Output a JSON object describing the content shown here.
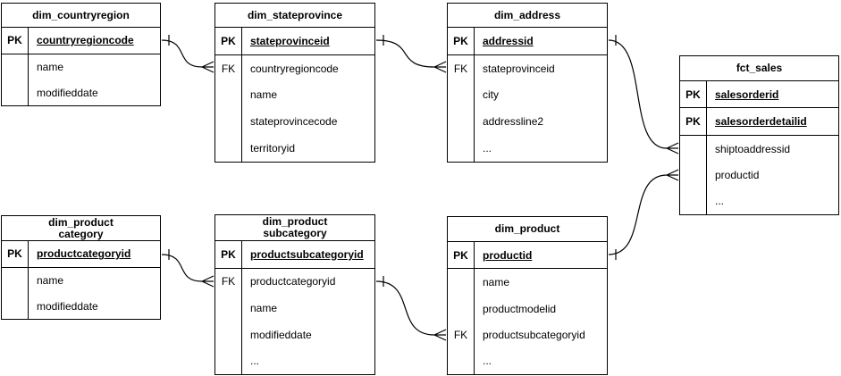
{
  "diagram": {
    "type": "entity-relationship",
    "colors": {
      "border": "#000000",
      "background": "#ffffff",
      "text": "#000000"
    },
    "tables": [
      {
        "title": "dim_countryregion",
        "rows": [
          {
            "key": "PK",
            "field": "countryregioncode"
          },
          {
            "key": "",
            "field": "name"
          },
          {
            "key": "",
            "field": "modifieddate"
          }
        ]
      },
      {
        "title": "dim_stateprovince",
        "rows": [
          {
            "key": "PK",
            "field": "stateprovinceid"
          },
          {
            "key": "FK",
            "field": "countryregioncode"
          },
          {
            "key": "",
            "field": "name"
          },
          {
            "key": "",
            "field": "stateprovincecode"
          },
          {
            "key": "",
            "field": "territoryid"
          }
        ]
      },
      {
        "title": "dim_address",
        "rows": [
          {
            "key": "PK",
            "field": "addressid"
          },
          {
            "key": "FK",
            "field": "stateprovinceid"
          },
          {
            "key": "",
            "field": "city"
          },
          {
            "key": "",
            "field": "addressline2"
          },
          {
            "key": "",
            "field": "..."
          }
        ]
      },
      {
        "title": "fct_sales",
        "rows": [
          {
            "key": "PK",
            "field": "salesorderid"
          },
          {
            "key": "PK",
            "field": "salesorderdetailid"
          },
          {
            "key": "",
            "field": "shiptoaddressid"
          },
          {
            "key": "",
            "field": "productid"
          },
          {
            "key": "",
            "field": "..."
          }
        ]
      },
      {
        "title": "dim_product\ncategory",
        "rows": [
          {
            "key": "PK",
            "field": "productcategoryid"
          },
          {
            "key": "",
            "field": "name"
          },
          {
            "key": "",
            "field": "modifieddate"
          }
        ]
      },
      {
        "title": "dim_product\nsubcategory",
        "rows": [
          {
            "key": "PK",
            "field": "productsubcategoryid"
          },
          {
            "key": "FK",
            "field": "productcategoryid"
          },
          {
            "key": "",
            "field": "name"
          },
          {
            "key": "",
            "field": "modifieddate"
          },
          {
            "key": "",
            "field": "..."
          }
        ]
      },
      {
        "title": "dim_product",
        "rows": [
          {
            "key": "PK",
            "field": "productid"
          },
          {
            "key": "",
            "field": "name"
          },
          {
            "key": "",
            "field": "productmodelid"
          },
          {
            "key": "FK",
            "field": "productsubcategoryid"
          },
          {
            "key": "",
            "field": "..."
          }
        ]
      }
    ],
    "relationships": [
      {
        "from": "dim_countryregion.countryregioncode",
        "to": "dim_stateprovince.countryregioncode",
        "cardinality": "one-to-many"
      },
      {
        "from": "dim_stateprovince.stateprovinceid",
        "to": "dim_address.stateprovinceid",
        "cardinality": "one-to-many"
      },
      {
        "from": "dim_address.addressid",
        "to": "fct_sales.shiptoaddressid",
        "cardinality": "one-to-many"
      },
      {
        "from": "dim_product.productid",
        "to": "fct_sales.productid",
        "cardinality": "one-to-many"
      },
      {
        "from": "dim_productcategory.productcategoryid",
        "to": "dim_productsubcategory.productcategoryid",
        "cardinality": "one-to-many"
      },
      {
        "from": "dim_productsubcategory.productsubcategoryid",
        "to": "dim_product.productsubcategoryid",
        "cardinality": "one-to-many"
      }
    ]
  }
}
